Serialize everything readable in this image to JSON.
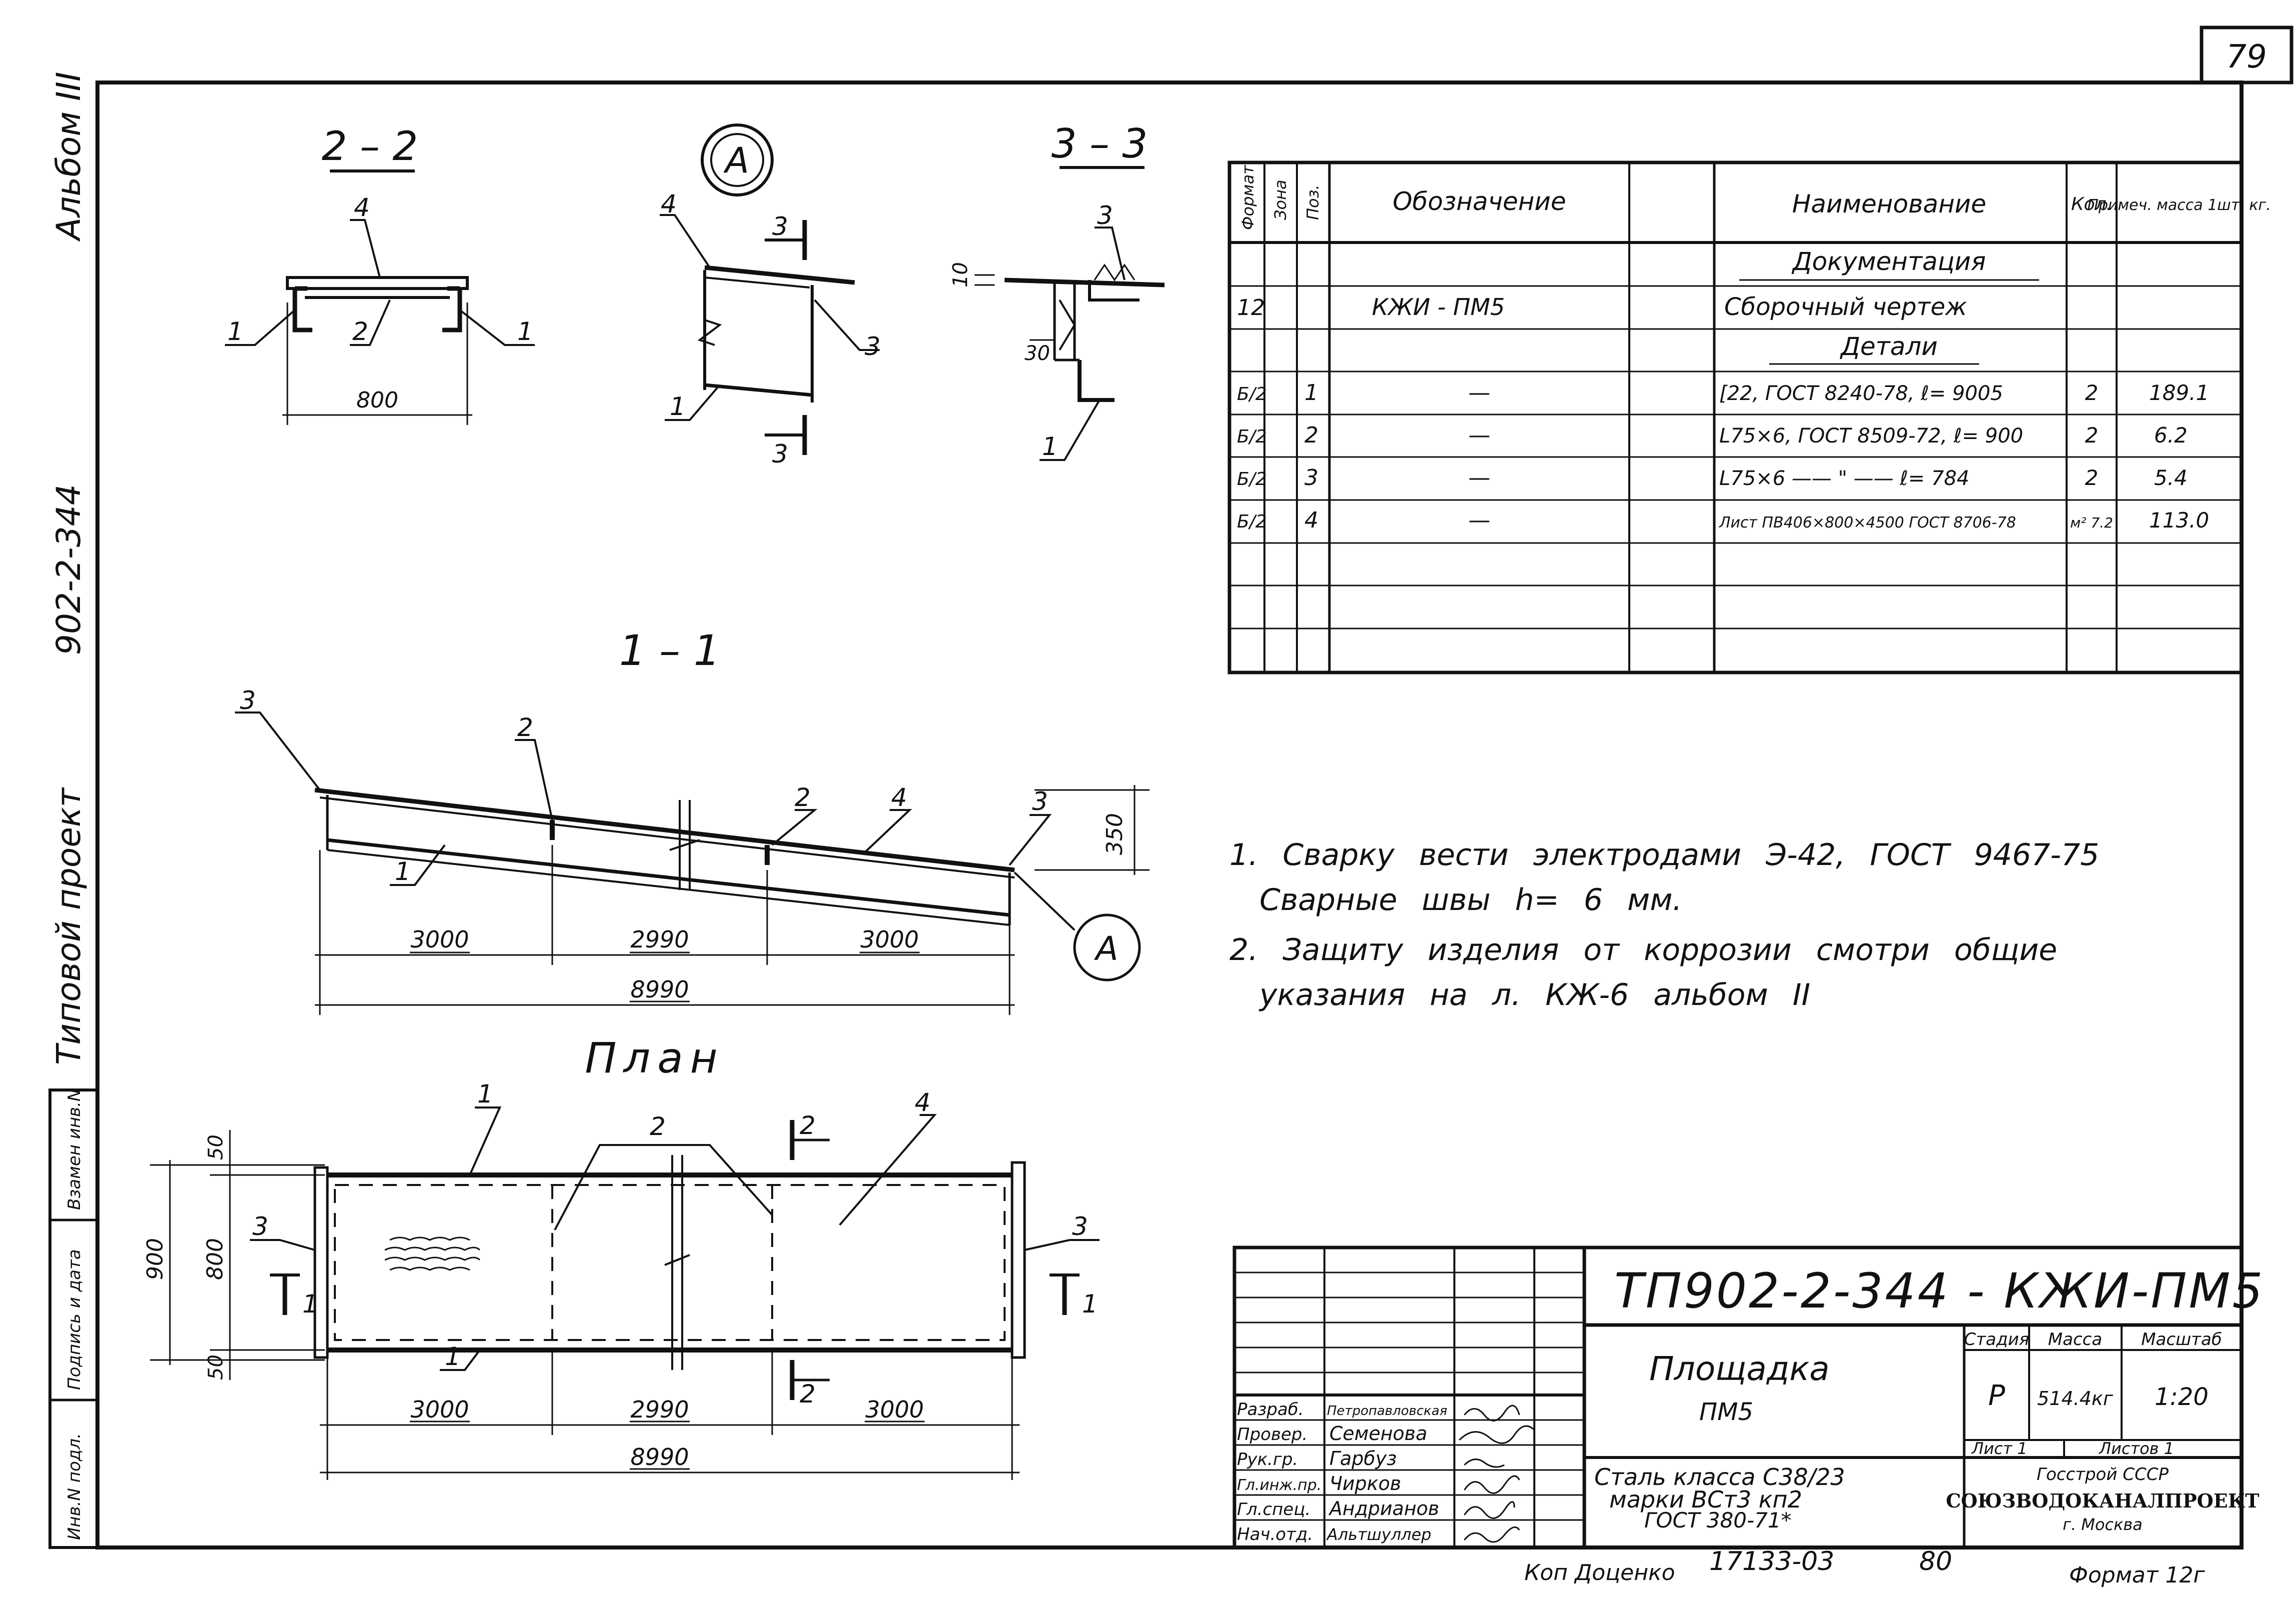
{
  "page_number": "79",
  "side_margin": {
    "album": "Альбом III",
    "code": "902-2-344",
    "project_type": "Типовой проект"
  },
  "left_stamp": [
    "Инв.N подл.",
    "Подпись и дата",
    "Взамен инв.N"
  ],
  "views": {
    "section_2_2": {
      "title": "2 – 2",
      "width": "800",
      "labels": [
        "4",
        "1",
        "2",
        "1"
      ]
    },
    "detail_A": {
      "title": "A",
      "labels": [
        "4",
        "3",
        "3",
        "3",
        "1"
      ]
    },
    "section_3_3": {
      "title": "3 – 3",
      "labels": [
        "3",
        "10",
        "30",
        "1"
      ]
    },
    "section_1_1": {
      "title": "1 – 1",
      "height": "350",
      "labels": [
        "3",
        "2",
        "2",
        "4",
        "3",
        "1"
      ],
      "dims": [
        "3000",
        "2990",
        "3000"
      ],
      "total": "8990",
      "callout": "A"
    },
    "plan": {
      "title": "План",
      "labels": [
        "1",
        "2",
        "4",
        "3",
        "3",
        "1"
      ],
      "section_marks": [
        "2",
        "2",
        "1",
        "1"
      ],
      "vert_dims": [
        "50",
        "800",
        "50"
      ],
      "vert_total": "900",
      "dims": [
        "3000",
        "2990",
        "3000"
      ],
      "total": "8990"
    }
  },
  "spec_table": {
    "headers": [
      "Формат",
      "Зона",
      "Поз.",
      "Обозначение",
      "",
      "Наименование",
      "Кол.",
      "Примеч. масса 1шт. кг."
    ],
    "rows": [
      [
        "",
        "",
        "",
        "",
        "",
        "Документация",
        "",
        ""
      ],
      [
        "12",
        "",
        "",
        "КЖИ - ПМ5",
        "",
        "Сборочный чертеж",
        "",
        ""
      ],
      [
        "",
        "",
        "",
        "",
        "",
        "Детали",
        "",
        ""
      ],
      [
        "Б/2",
        "",
        "1",
        "—",
        "",
        "[22, ГОСТ 8240-78, ℓ= 9005",
        "2",
        "189.1"
      ],
      [
        "Б/2",
        "",
        "2",
        "—",
        "",
        "L75×6, ГОСТ 8509-72, ℓ= 900",
        "2",
        "6.2"
      ],
      [
        "Б/2",
        "",
        "3",
        "—",
        "",
        "L75×6 —— \" —— ℓ= 784",
        "2",
        "5.4"
      ],
      [
        "Б/2",
        "",
        "4",
        "—",
        "",
        "Лист ПВ406×800×4500 ГОСТ 8706-78",
        "м² 7.2",
        "113.0"
      ],
      [
        "",
        "",
        "",
        "",
        "",
        "",
        "",
        ""
      ],
      [
        "",
        "",
        "",
        "",
        "",
        "",
        "",
        ""
      ]
    ]
  },
  "notes": [
    "1. Сварку вести электродами Э-42, ГОСТ 9467-75",
    "Сварные швы h= 6 мм.",
    "2. Защиту изделия от коррозии смотри общие",
    "указания на л. КЖ-6 альбом II"
  ],
  "title_block": {
    "doc_code": "ТП902-2-344 - КЖИ-ПМ5",
    "name": "Площадка",
    "name2": "ПМ5",
    "stage_label": "Стадия",
    "stage": "Р",
    "mass_label": "Масса",
    "mass": "514.4кг",
    "scale_label": "Масштаб",
    "scale": "1:20",
    "sheet_label": "Лист 1",
    "sheets_label": "Листов 1",
    "material": [
      "Сталь класса С38/23",
      "марки ВСт3 кп2",
      "ГОСТ 380-71*"
    ],
    "org": [
      "Госстрой СССР",
      "СОЮЗВОДОКАНАЛПРОЕКТ",
      "г. Москва"
    ],
    "staff": [
      {
        "role": "Разраб.",
        "name": "Петропавловская"
      },
      {
        "role": "Провер.",
        "name": "Семенова"
      },
      {
        "role": "Рук.гр.",
        "name": "Гарбуз"
      },
      {
        "role": "Гл.инж.пр.",
        "name": "Чирков"
      },
      {
        "role": "Гл.спец.",
        "name": "Андрианов"
      },
      {
        "role": "Нач.отд.",
        "name": "Альтшуллер"
      }
    ]
  },
  "footer": {
    "copied": "Коп Доценко",
    "archive": "17133-03",
    "sheet": "80",
    "format": "Формат 12г"
  }
}
